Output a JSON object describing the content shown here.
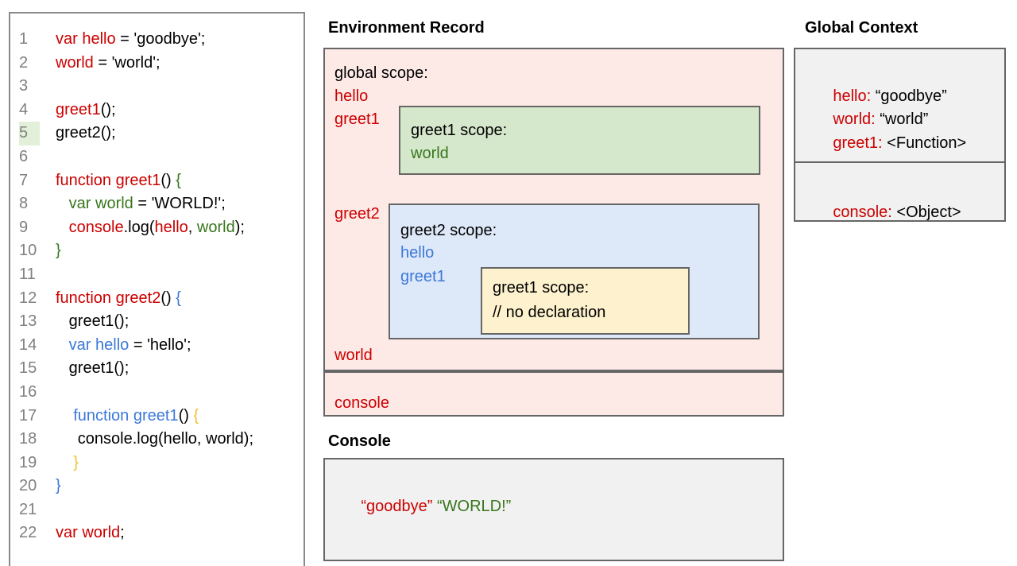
{
  "palette": {
    "red": "#cc0000",
    "green": "#38761d",
    "blue": "#3c78d8",
    "yellow": "#f1c232",
    "gray": "#808080",
    "pink_bg": "#fdeae7",
    "green_bg": "#d6e8cc",
    "blue_bg": "#dde8f8",
    "yellow_bg": "#fdf2cd",
    "gray_bg": "#f1f1f1",
    "hl_bg": "#e2f0d9"
  },
  "code_panel": {
    "lines": [
      {
        "n": "1",
        "segs": [
          [
            "red",
            "var hello"
          ],
          [
            "black",
            " = 'goodbye';"
          ]
        ]
      },
      {
        "n": "2",
        "segs": [
          [
            "red",
            "world"
          ],
          [
            "black",
            " = 'world';"
          ]
        ]
      },
      {
        "n": "3",
        "segs": []
      },
      {
        "n": "4",
        "segs": [
          [
            "red",
            "greet1"
          ],
          [
            "black",
            "();"
          ]
        ]
      },
      {
        "n": "5",
        "hl": true,
        "segs": [
          [
            "black",
            "greet2();"
          ]
        ]
      },
      {
        "n": "6",
        "segs": []
      },
      {
        "n": "7",
        "segs": [
          [
            "red",
            "function greet1"
          ],
          [
            "black",
            "() "
          ],
          [
            "green",
            "{"
          ]
        ]
      },
      {
        "n": "8",
        "segs": [
          [
            "black",
            "   "
          ],
          [
            "green",
            "var world"
          ],
          [
            "black",
            " = 'WORLD!';"
          ]
        ]
      },
      {
        "n": "9",
        "segs": [
          [
            "black",
            "   "
          ],
          [
            "red",
            "console"
          ],
          [
            "black",
            ".log("
          ],
          [
            "red",
            "hello"
          ],
          [
            "black",
            ", "
          ],
          [
            "green",
            "world"
          ],
          [
            "black",
            ");"
          ]
        ]
      },
      {
        "n": "10",
        "segs": [
          [
            "green",
            "}"
          ]
        ]
      },
      {
        "n": "11",
        "segs": []
      },
      {
        "n": "12",
        "segs": [
          [
            "red",
            "function greet2"
          ],
          [
            "black",
            "() "
          ],
          [
            "blue",
            "{"
          ]
        ]
      },
      {
        "n": "13",
        "segs": [
          [
            "black",
            "   greet1();"
          ]
        ]
      },
      {
        "n": "14",
        "segs": [
          [
            "black",
            "   "
          ],
          [
            "blue",
            "var hello"
          ],
          [
            "black",
            " = 'hello';"
          ]
        ]
      },
      {
        "n": "15",
        "segs": [
          [
            "black",
            "   greet1();"
          ]
        ]
      },
      {
        "n": "16",
        "segs": []
      },
      {
        "n": "17",
        "segs": [
          [
            "black",
            "    "
          ],
          [
            "blue",
            "function greet1"
          ],
          [
            "black",
            "() "
          ],
          [
            "yellow",
            "{"
          ]
        ]
      },
      {
        "n": "18",
        "segs": [
          [
            "black",
            "     console.log(hello, world);"
          ]
        ]
      },
      {
        "n": "19",
        "segs": [
          [
            "black",
            "    "
          ],
          [
            "yellow",
            "}"
          ]
        ]
      },
      {
        "n": "20",
        "segs": [
          [
            "blue",
            "}"
          ]
        ]
      },
      {
        "n": "21",
        "segs": []
      },
      {
        "n": "22",
        "segs": [
          [
            "red",
            "var world"
          ],
          [
            "black",
            ";"
          ]
        ]
      }
    ]
  },
  "environment_record": {
    "heading": "Environment Record",
    "global_scope": {
      "title": "global scope:",
      "hello": "hello",
      "greet1": "greet1",
      "greet2": "greet2",
      "world": "world"
    },
    "greet1_scope": {
      "title": "greet1 scope:",
      "world": "world"
    },
    "greet2_scope": {
      "title": "greet2 scope:",
      "hello": "hello",
      "greet1": "greet1"
    },
    "inner_greet1_scope": {
      "title": "greet1 scope:",
      "comment": "// no declaration"
    },
    "console_row": {
      "label": "console"
    }
  },
  "console": {
    "heading": "Console",
    "entries": [
      {
        "text": "“goodbye”",
        "color": "red"
      },
      {
        "text": "“WORLD!”",
        "color": "green"
      }
    ]
  },
  "global_context": {
    "heading": "Global Context",
    "box1": [
      {
        "name": "hello:",
        "value": " “goodbye”"
      },
      {
        "name": "world:",
        "value": " “world”"
      },
      {
        "name": "greet1:",
        "value": " <Function>"
      }
    ],
    "box2": [
      {
        "name": "console:",
        "value": " <Object>"
      }
    ]
  }
}
